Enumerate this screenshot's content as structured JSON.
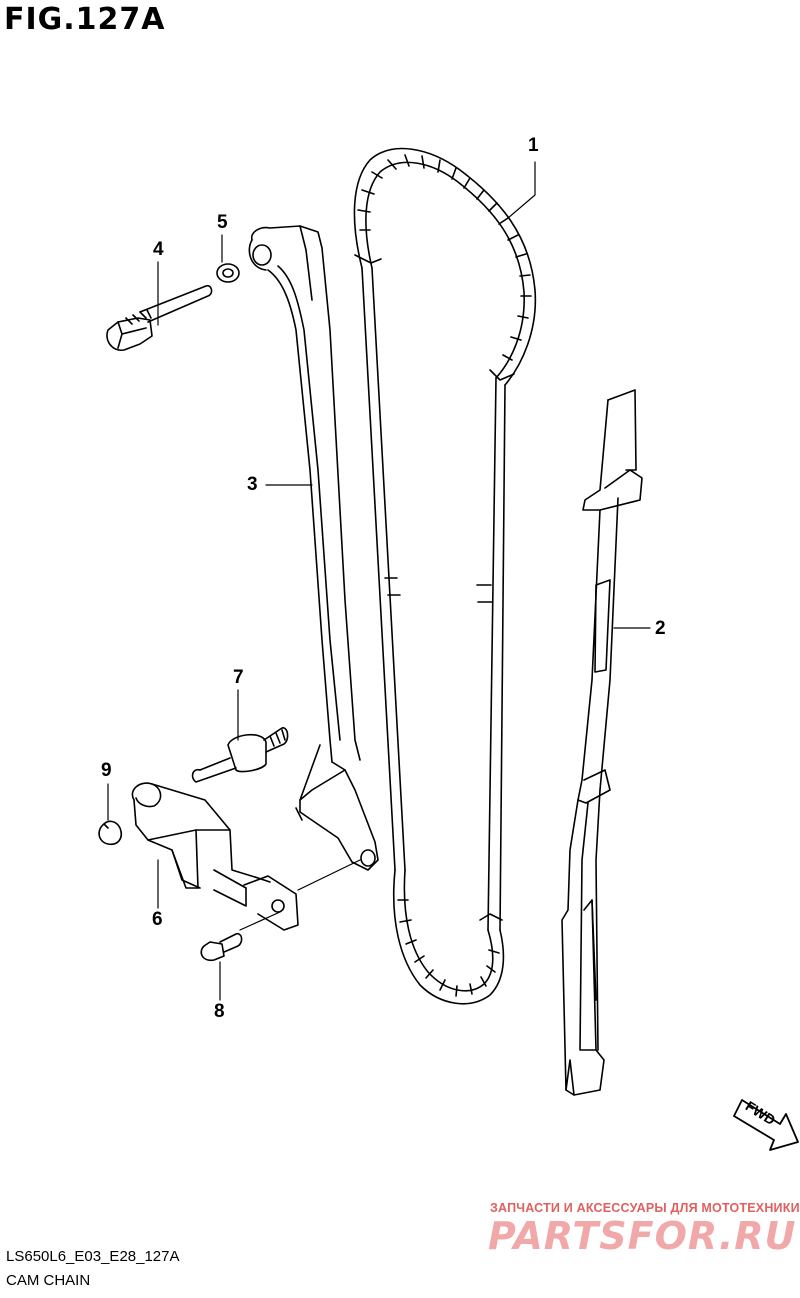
{
  "figure": {
    "title": "FIG.127A"
  },
  "callouts": [
    {
      "id": "1",
      "text": "1"
    },
    {
      "id": "2",
      "text": "2"
    },
    {
      "id": "3",
      "text": "3"
    },
    {
      "id": "4",
      "text": "4"
    },
    {
      "id": "5",
      "text": "5"
    },
    {
      "id": "6",
      "text": "6"
    },
    {
      "id": "7",
      "text": "7"
    },
    {
      "id": "8",
      "text": "8"
    },
    {
      "id": "9",
      "text": "9"
    }
  ],
  "fwd_label": "FWD",
  "footer": {
    "code": "LS650L6_E03_E28_127A",
    "name": "CAM CHAIN"
  },
  "watermark": {
    "tagline": "ЗАПЧАСТИ И АКСЕССУАРЫ ДЛЯ МОТОТЕХНИКИ",
    "site": "PARTSFOR.RU"
  }
}
